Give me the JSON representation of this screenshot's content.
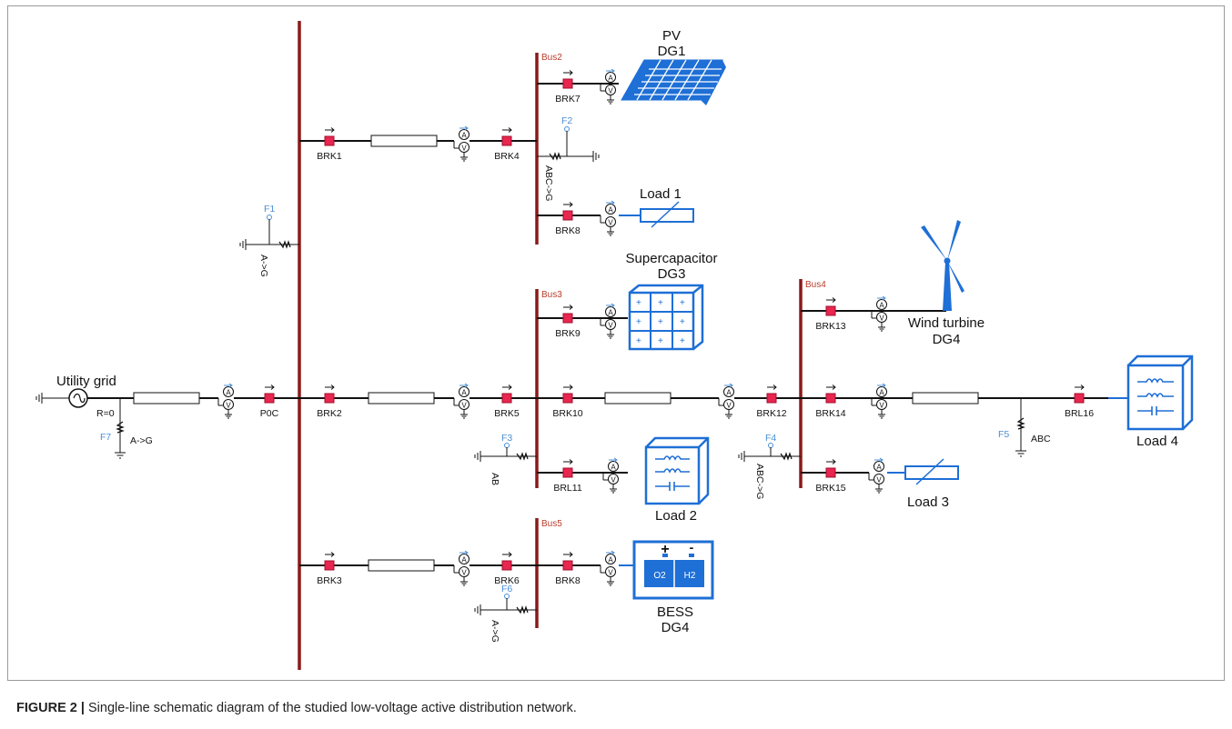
{
  "caption": {
    "label": "FIGURE 2 |",
    "text": " Single-line schematic diagram of the studied low-voltage active distribution network."
  },
  "labels": {
    "utility": "Utility grid",
    "r0": "R=0",
    "pv": "PV",
    "dg1": "DG1",
    "load1": "Load 1",
    "supercap": "Supercapacitor",
    "dg3": "DG3",
    "wind": "Wind turbine",
    "dg4_wind": "DG4",
    "load2": "Load 2",
    "load3": "Load 3",
    "load4": "Load 4",
    "bess": "BESS",
    "dg4_bess": "DG4",
    "o2": "O2",
    "h2": "H2"
  },
  "buses": {
    "bus2": "Bus2",
    "bus3": "Bus3",
    "bus4": "Bus4",
    "bus5": "Bus5"
  },
  "breakers": {
    "p0c": "P0C",
    "brk1": "BRK1",
    "brk2": "BRK2",
    "brk3": "BRK3",
    "brk4": "BRK4",
    "brk5": "BRK5",
    "brk6": "BRK6",
    "brk7": "BRK7",
    "brk8a": "BRK8",
    "brk8b": "BRK8",
    "brk9": "BRK9",
    "brk10": "BRK10",
    "brl11": "BRL11",
    "brk12": "BRK12",
    "brk13": "BRK13",
    "brk14": "BRK14",
    "brk15": "BRK15",
    "brl16": "BRL16"
  },
  "faults": {
    "f1": "F1",
    "f1_type": "A->G",
    "f2": "F2",
    "f2_type": "ABC->G",
    "f3": "F3",
    "f3_type": "AB",
    "f4": "F4",
    "f4_type": "ABC->G",
    "f5": "F5",
    "f5_type": "ABC",
    "f6": "F6",
    "f6_type": "A->G",
    "f7": "F7",
    "f7_type": "A->G"
  },
  "meter": {
    "a": "A",
    "v": "V"
  },
  "colors": {
    "bus": "#8b1a1a",
    "breaker": "#e8264f",
    "device": "#1e6fd6",
    "fault_label": "#4b8fd6"
  }
}
